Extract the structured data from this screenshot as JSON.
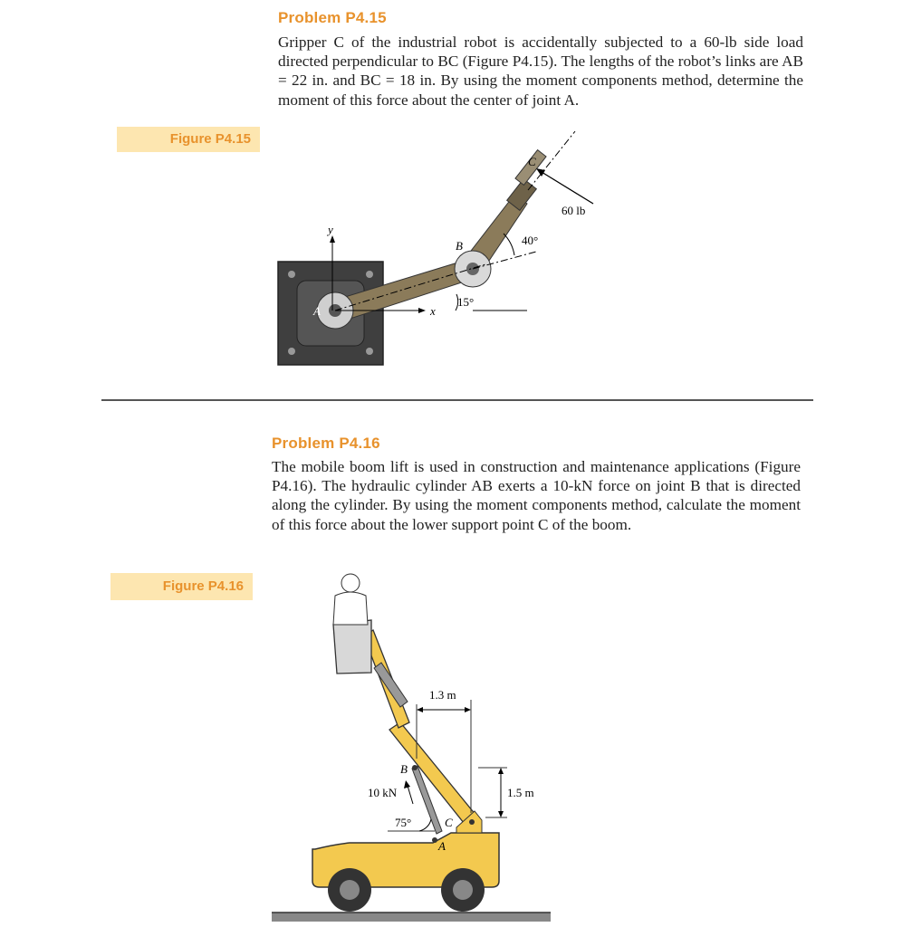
{
  "problems": [
    {
      "title": "Problem P4.15",
      "text": "Gripper C of the industrial robot is accidentally subjected to a 60-lb side load directed perpendicular to BC (Figure P4.15). The lengths of the robot’s links are AB = 22 in. and BC = 18 in. By using the moment components method, determine the moment of this force about the center of joint A.",
      "figure_tag": "Figure P4.15",
      "figure_labels": {
        "y": "y",
        "x": "x",
        "A": "A",
        "B": "B",
        "C": "C",
        "load": "60 lb",
        "angle_b": "40°",
        "angle_a": "15°"
      }
    },
    {
      "title": "Problem P4.16",
      "text": "The mobile boom lift is used in construction and maintenance applications (Figure P4.16). The hydraulic cylinder AB exerts a 10-kN force on joint B that is directed along the cylinder. By using the moment components method, calculate the moment of this force about the lower support point C of the boom.",
      "figure_tag": "Figure P4.16",
      "figure_labels": {
        "dim_h": "1.3 m",
        "dim_v": "1.5 m",
        "force": "10 kN",
        "angle": "75°",
        "A": "A",
        "B": "B",
        "C": "C"
      }
    }
  ],
  "colors": {
    "accent": "#e8922c",
    "tag_bg": "#fde6b0",
    "boom": "#f3c94f",
    "link": "#8b7b5a"
  }
}
